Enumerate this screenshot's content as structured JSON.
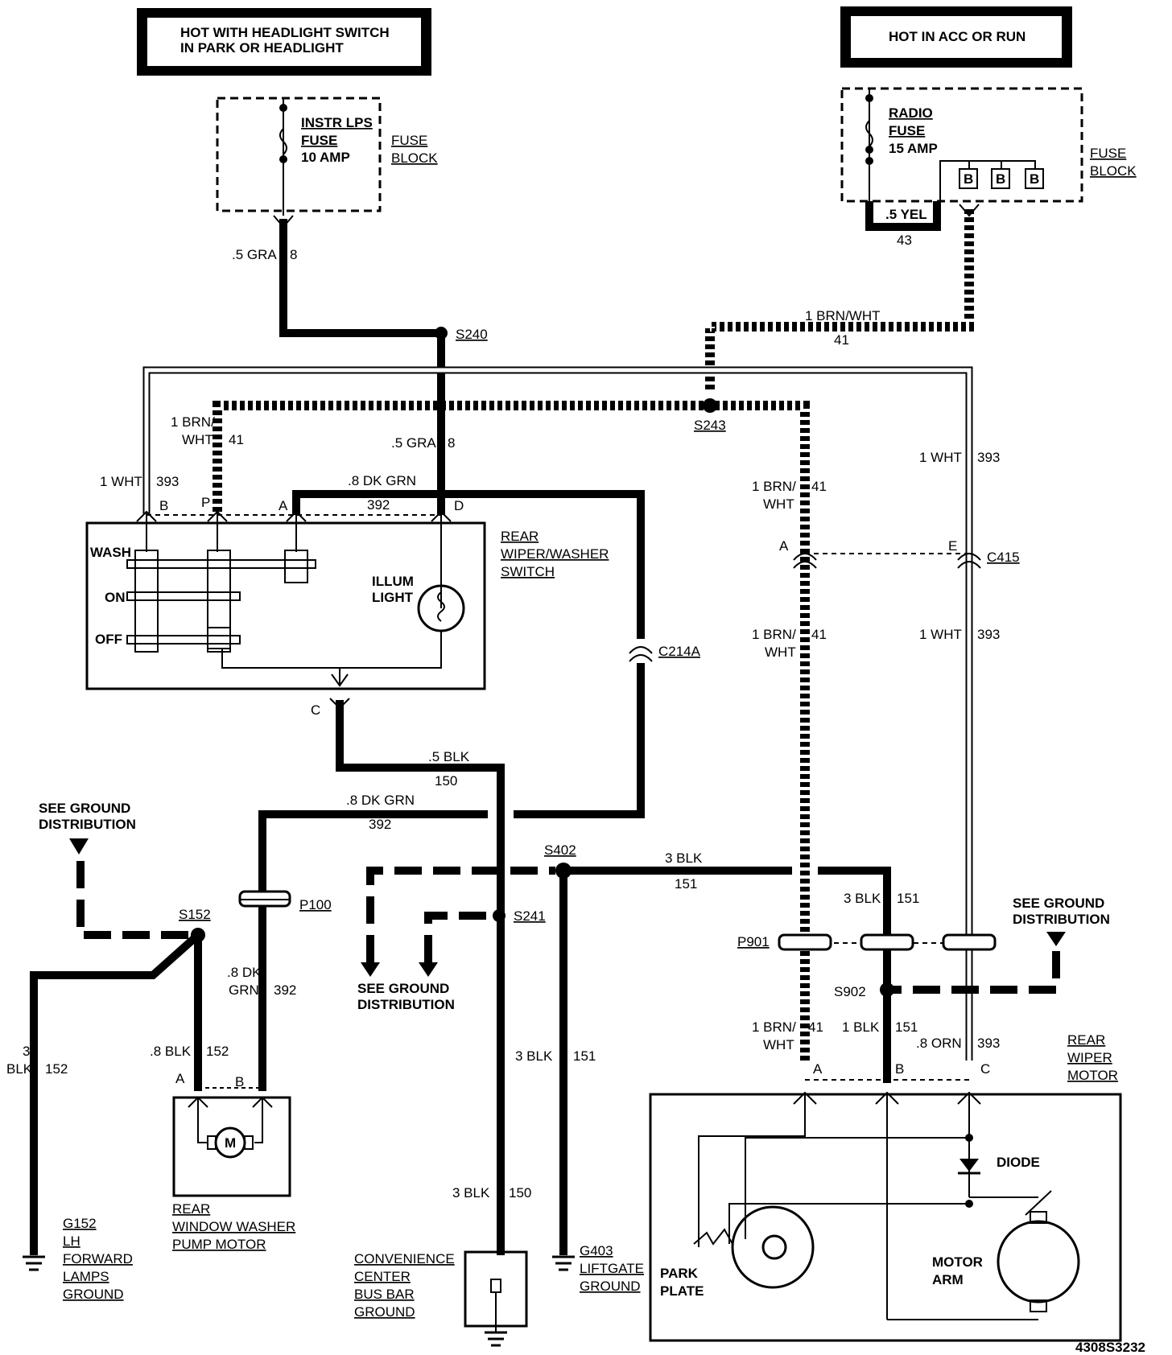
{
  "headers": {
    "left": [
      "HOT WITH HEADLIGHT SWITCH",
      "IN PARK OR HEADLIGHT"
    ],
    "right": "HOT IN ACC OR RUN"
  },
  "fuses": {
    "instr": {
      "name": "INSTR LPS",
      "type": "FUSE",
      "rating": "10 AMP",
      "block": [
        "FUSE",
        "BLOCK"
      ]
    },
    "radio": {
      "name": "RADIO",
      "type": "FUSE",
      "rating": "15 AMP",
      "block": [
        "FUSE",
        "BLOCK"
      ],
      "bus_labels": [
        "B",
        "B",
        "B"
      ]
    }
  },
  "wires": {
    "gra_top": ".5 GRA",
    "gra_top_num": "8",
    "yel": ".5 YEL",
    "yel_num": "43",
    "brnwht_top": "1 BRN/WHT",
    "brnwht_top_num": "41",
    "brn_left": [
      "1 BRN/",
      "WHT"
    ],
    "brn_left_num": "41",
    "gra_mid": ".5 GRA",
    "gra_mid_num": "8",
    "wht_left": "1 WHT",
    "wht_left_num": "393",
    "dkgrn_top": ".8 DK GRN",
    "dkgrn_top_num": "392",
    "wht_right1": "1 WHT",
    "wht_right1_num": "393",
    "brn_right1": [
      "1 BRN/",
      "WHT"
    ],
    "brn_right1_num": "41",
    "brn_right2": [
      "1 BRN/",
      "WHT"
    ],
    "brn_right2_num": "41",
    "wht_right2": "1 WHT",
    "wht_right2_num": "393",
    "blk150": ".5 BLK",
    "blk150_num": "150",
    "dkgrn_mid": ".8 DK GRN",
    "dkgrn_mid_num": "392",
    "blk151_h": "3 BLK",
    "blk151_h_num": "151",
    "blk151_v": "3 BLK",
    "blk151_v_num": "151",
    "dkgrn_low": [
      ".8 DK",
      "GRN"
    ],
    "dkgrn_low_num": "392",
    "blk152_l": [
      "3",
      "BLK"
    ],
    "blk152_l_num": "152",
    "blk152": ".8 BLK",
    "blk152_num": "152",
    "blk151_mid": "3 BLK",
    "blk151_mid_num": "151",
    "blk150_low": "3 BLK",
    "blk150_low_num": "150",
    "brn_bot": [
      "1 BRN/",
      "WHT"
    ],
    "brn_bot_num": "41",
    "blk151_bot": "1 BLK",
    "blk151_bot_num": "151",
    "orn": ".8 ORN",
    "orn_num": "393"
  },
  "splices": {
    "s240": "S240",
    "s243": "S243",
    "s402": "S402",
    "s241": "S241",
    "s152": "S152",
    "s902": "S902"
  },
  "connectors": {
    "c214a": "C214A",
    "c415": "C415",
    "p100": "P100",
    "p901": "P901"
  },
  "pins": {
    "sw_b": "B",
    "sw_p": "P",
    "sw_a": "A",
    "sw_d": "D",
    "sw_c": "C",
    "c415_a": "A",
    "c415_e": "E",
    "pump_a": "A",
    "pump_b": "B",
    "mot_a": "A",
    "mot_b": "B",
    "mot_c": "C"
  },
  "switch": {
    "title": [
      "REAR",
      "WIPER/WASHER",
      "SWITCH"
    ],
    "positions": [
      "WASH",
      "ON",
      "OFF"
    ],
    "illum": [
      "ILLUM",
      "LIGHT"
    ]
  },
  "pump": {
    "title": [
      "REAR",
      "WINDOW WASHER",
      "PUMP MOTOR"
    ],
    "symbol": "M"
  },
  "motor": {
    "title": [
      "REAR",
      "WIPER",
      "MOTOR"
    ],
    "diode": "DIODE",
    "park": [
      "PARK",
      "PLATE"
    ],
    "arm": [
      "MOTOR",
      "ARM"
    ]
  },
  "grounds": {
    "see_left": [
      "SEE GROUND",
      "DISTRIBUTION"
    ],
    "see_mid": [
      "SEE GROUND",
      "DISTRIBUTION"
    ],
    "see_right": [
      "SEE GROUND",
      "DISTRIBUTION"
    ],
    "g152": [
      "G152",
      "LH",
      "FORWARD",
      "LAMPS",
      "GROUND"
    ],
    "g403": [
      "G403",
      "LIFTGATE",
      "GROUND"
    ],
    "conv": [
      "CONVENIENCE",
      "CENTER",
      "BUS BAR",
      "GROUND"
    ]
  },
  "figure_id": "4308S3232"
}
